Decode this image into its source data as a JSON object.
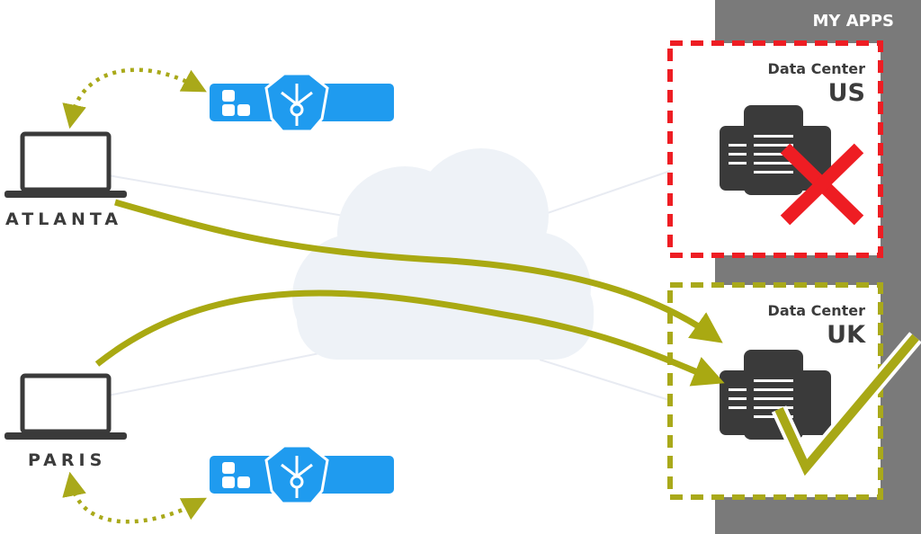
{
  "panel": {
    "title": "MY APPS"
  },
  "locations": [
    {
      "label": "ATLANTA"
    },
    {
      "label": "PARIS"
    }
  ],
  "datacenters": [
    {
      "line1": "Data Center",
      "line2": "US",
      "status": "failed"
    },
    {
      "line1": "Data Center",
      "line2": "UK",
      "status": "ok"
    }
  ],
  "colors": {
    "panel": "#7a7a7a",
    "arrow": "#a9a912",
    "dotted": "#a9a91a",
    "failed": "#ee1d23",
    "ok_check": "#a8a816",
    "device": "#1f9bef",
    "cloud": "#eef2f7",
    "server": "#3a3a3a"
  },
  "icons": [
    "laptop-icon",
    "load-balancer-icon",
    "cloud-icon",
    "server-icon",
    "x-mark-icon",
    "check-mark-icon"
  ]
}
